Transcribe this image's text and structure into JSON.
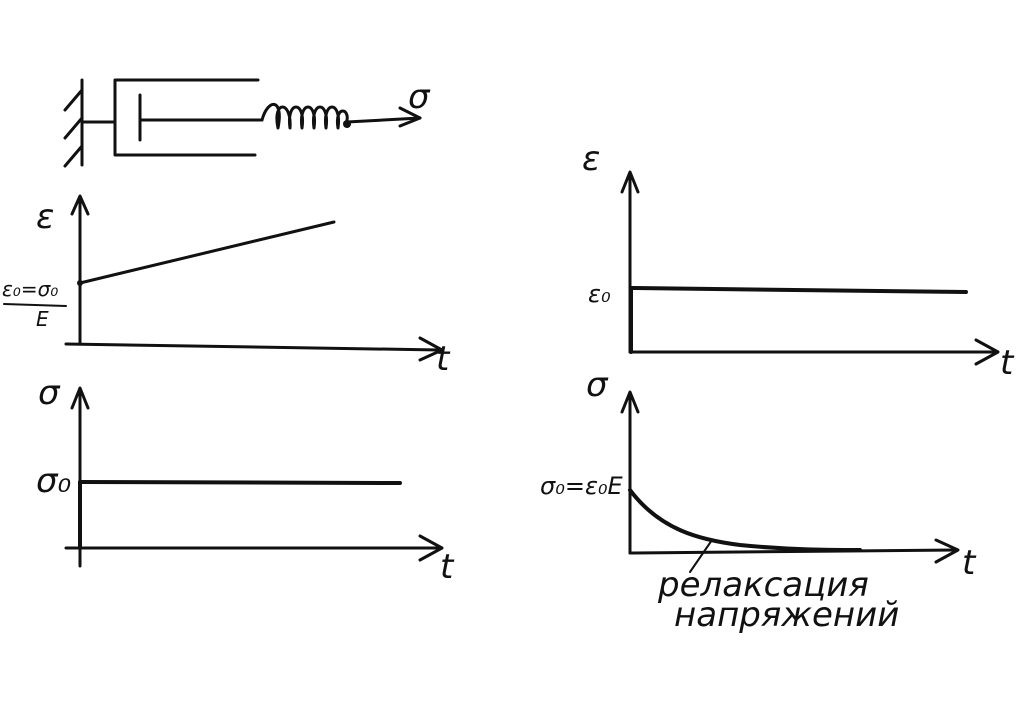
{
  "model_diagram": {
    "force_label": "σ"
  },
  "panel_strain_creep": {
    "y_label": "ε",
    "x_label": "t",
    "y0_label_top": "ε₀=σ₀",
    "y0_label_bottom": "E"
  },
  "panel_stress_const": {
    "y_label": "σ",
    "x_label": "t",
    "level_label": "σ₀"
  },
  "panel_strain_step": {
    "y_label": "ε",
    "x_label": "t",
    "level_label": "ε₀"
  },
  "panel_stress_relax": {
    "y_label": "σ",
    "x_label": "t",
    "level_label": "σ₀=ε₀E",
    "annotation_line1": "релаксация",
    "annotation_line2": "напряжений"
  }
}
